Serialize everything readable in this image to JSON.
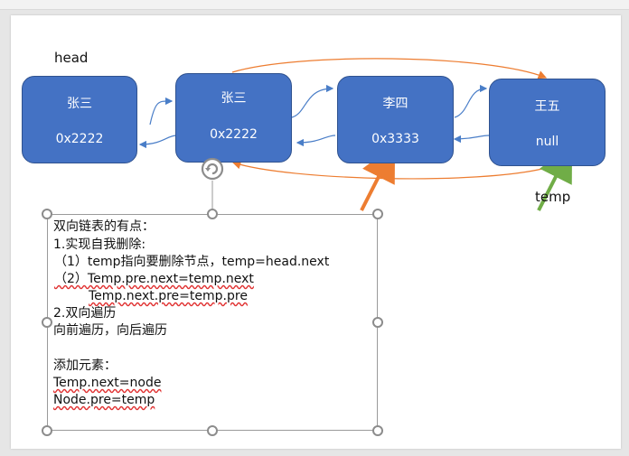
{
  "diagram": {
    "head_label": "head",
    "temp_label": "temp",
    "nodes": [
      {
        "name": "张三",
        "address": "0x2222"
      },
      {
        "name": "张三",
        "address": "0x2222"
      },
      {
        "name": "李四",
        "address": "0x3333"
      },
      {
        "name": "王五",
        "address": "null"
      }
    ],
    "colors": {
      "node_fill": "#4472c4",
      "link_arrow": "#4a7ec8",
      "bypass_arrow": "#ed7d31",
      "orange_pointer": "#ed7d31",
      "green_pointer": "#70ad47"
    }
  },
  "textbox": {
    "lines": [
      "双向链表的有点：",
      "1.实现自我删除:",
      "（1）temp指向要删除节点，temp=head.next",
      "（2）Temp.pre.next=temp.next",
      "Temp.next.pre=temp.pre",
      "2.双向遍历",
      "向前遍历，向后遍历",
      "",
      "添加元素：",
      "Temp.next=node",
      "Node.pre=temp"
    ]
  }
}
